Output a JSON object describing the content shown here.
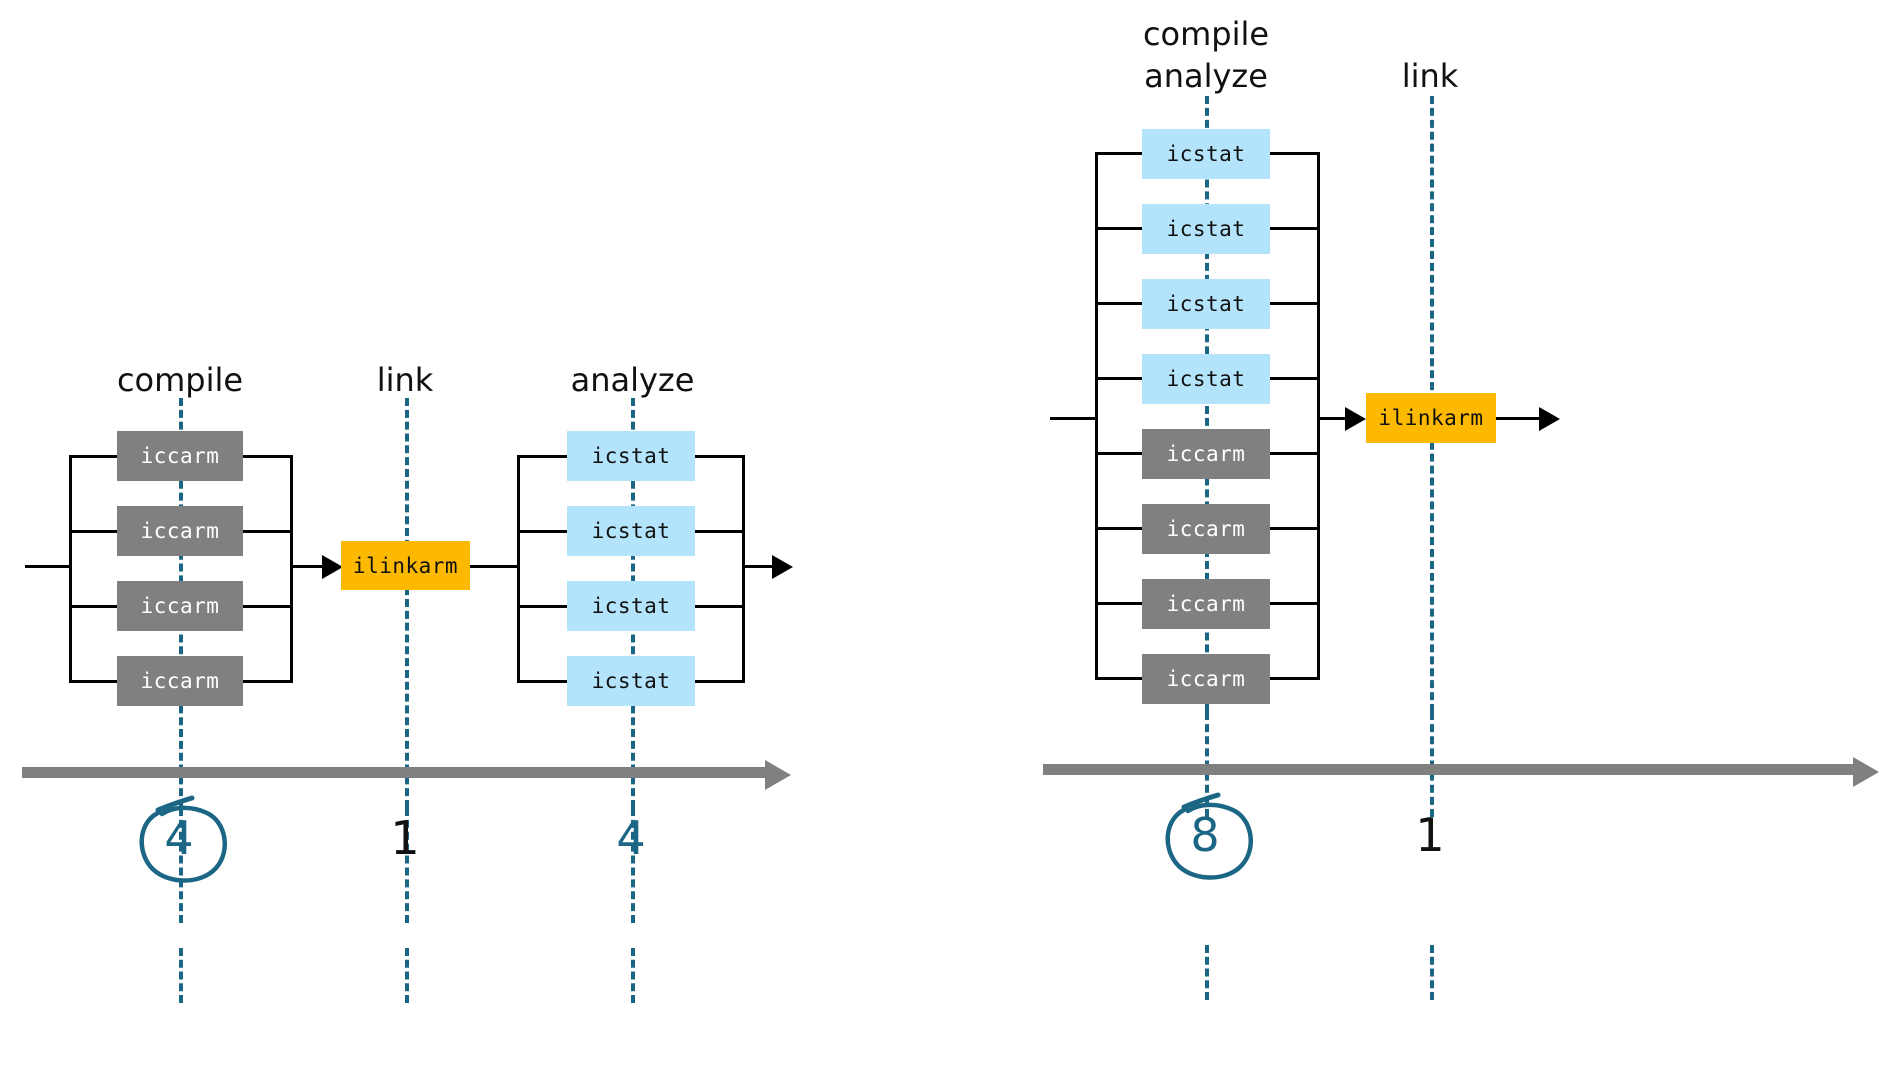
{
  "diagram": {
    "title_semantics": "build pipeline parallelism comparison",
    "colors": {
      "compiler_box": "#808080",
      "analyzer_box": "#b3e4fb",
      "linker_box": "#fcb900",
      "phase_line": "#1b6684",
      "timeline": "#808080",
      "text_dark": "#111111"
    },
    "left": {
      "phases": [
        {
          "label": "compile",
          "tick": "4",
          "tick_color": "teal",
          "highlighted": true
        },
        {
          "label": "link",
          "tick": "1",
          "tick_color": "black",
          "highlighted": false
        },
        {
          "label": "analyze",
          "tick": "4",
          "tick_color": "teal",
          "highlighted": false
        }
      ],
      "compile_boxes": [
        {
          "label": "iccarm"
        },
        {
          "label": "iccarm"
        },
        {
          "label": "iccarm"
        },
        {
          "label": "iccarm"
        }
      ],
      "link_box": {
        "label": "ilinkarm"
      },
      "analyze_boxes": [
        {
          "label": "icstat"
        },
        {
          "label": "icstat"
        },
        {
          "label": "icstat"
        },
        {
          "label": "icstat"
        }
      ]
    },
    "right": {
      "phases": [
        {
          "label_line1": "compile",
          "label_line2": "analyze",
          "tick": "8",
          "tick_color": "teal",
          "highlighted": true
        },
        {
          "label_line1": "link",
          "label_line2": "",
          "tick": "1",
          "tick_color": "black",
          "highlighted": false
        }
      ],
      "stage_boxes": [
        {
          "label": "icstat",
          "kind": "analyzer"
        },
        {
          "label": "icstat",
          "kind": "analyzer"
        },
        {
          "label": "icstat",
          "kind": "analyzer"
        },
        {
          "label": "icstat",
          "kind": "analyzer"
        },
        {
          "label": "iccarm",
          "kind": "compiler"
        },
        {
          "label": "iccarm",
          "kind": "compiler"
        },
        {
          "label": "iccarm",
          "kind": "compiler"
        },
        {
          "label": "iccarm",
          "kind": "compiler"
        }
      ],
      "link_box": {
        "label": "ilinkarm"
      }
    }
  },
  "chart_data": {
    "type": "diagram",
    "title": "Build pipeline parallelism: sequential phases vs merged phase",
    "panels": [
      {
        "name": "left",
        "stages": [
          {
            "stage": "compile",
            "tool": "iccarm",
            "instances": 4,
            "parallel_slots": 4
          },
          {
            "stage": "link",
            "tool": "ilinkarm",
            "instances": 1,
            "parallel_slots": 1
          },
          {
            "stage": "analyze",
            "tool": "icstat",
            "instances": 4,
            "parallel_slots": 4
          }
        ],
        "tick_values": [
          4,
          1,
          4
        ],
        "highlighted_tick": 4
      },
      {
        "name": "right",
        "stages": [
          {
            "stage": "compile analyze",
            "tool": "icstat + iccarm",
            "instances": 8,
            "parallel_slots": 8
          },
          {
            "stage": "link",
            "tool": "ilinkarm",
            "instances": 1,
            "parallel_slots": 1
          }
        ],
        "tick_values": [
          8,
          1
        ],
        "highlighted_tick": 8
      }
    ]
  }
}
